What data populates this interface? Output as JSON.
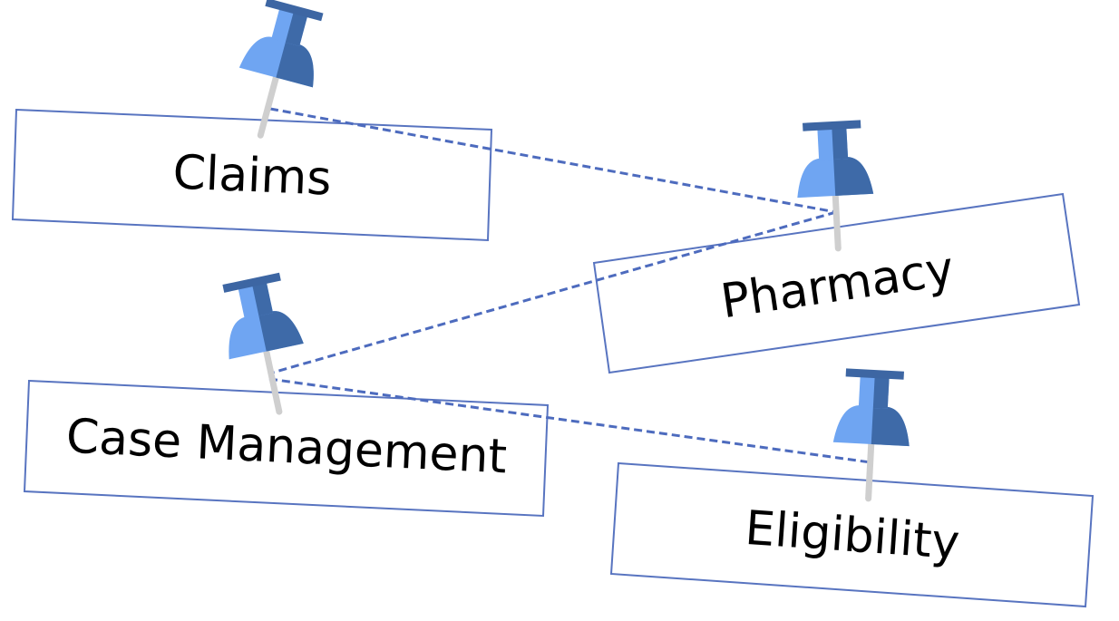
{
  "colors": {
    "card_border": "#5874c0",
    "connector": "#4d6bbe",
    "pin_light": "#6fa5f2",
    "pin_dark": "#3e6aa8",
    "pin_needle": "#cfcfcf",
    "pin_cap_dark": "#3d66a3"
  },
  "cards": [
    {
      "id": "claims",
      "label": "Claims"
    },
    {
      "id": "pharmacy",
      "label": "Pharmacy"
    },
    {
      "id": "case-management",
      "label": "Case Management"
    },
    {
      "id": "eligibility",
      "label": "Eligibility"
    }
  ],
  "connections": [
    {
      "from": "claims",
      "to": "pharmacy"
    },
    {
      "from": "pharmacy",
      "to": "case-management"
    },
    {
      "from": "case-management",
      "to": "eligibility"
    }
  ],
  "icons": {
    "pin": "pushpin-icon"
  }
}
